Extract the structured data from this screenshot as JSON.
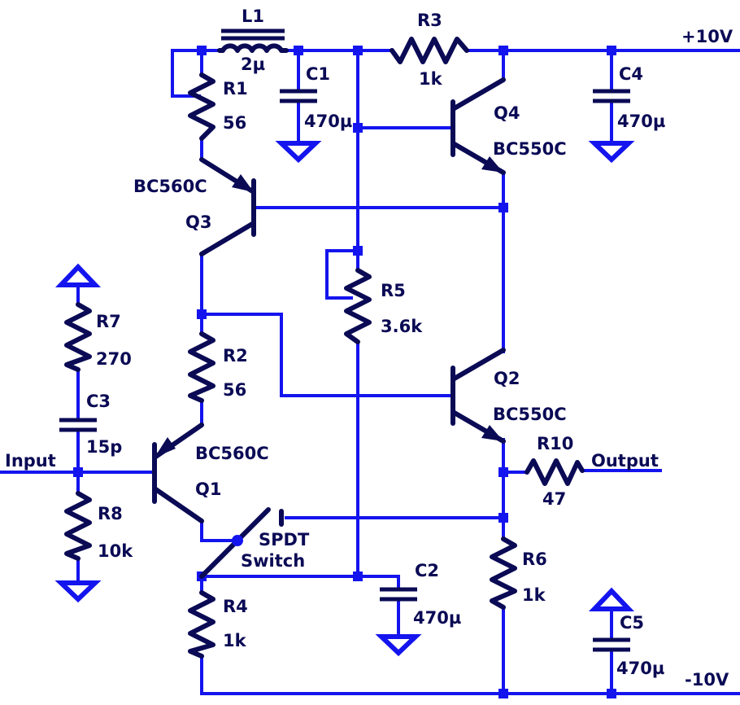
{
  "rails": {
    "positive": "+10V",
    "negative": "-10V"
  },
  "ports": {
    "input": "Input",
    "output": "Output"
  },
  "components": {
    "L1": {
      "ref": "L1",
      "value": "2µ"
    },
    "R1": {
      "ref": "R1",
      "value": "56"
    },
    "C1": {
      "ref": "C1",
      "value": "470µ"
    },
    "R3": {
      "ref": "R3",
      "value": "1k"
    },
    "C4": {
      "ref": "C4",
      "value": "470µ"
    },
    "Q4": {
      "ref": "Q4",
      "part": "BC550C"
    },
    "Q3": {
      "ref": "Q3",
      "part": "BC560C"
    },
    "R5": {
      "ref": "R5",
      "value": "3.6k"
    },
    "R7": {
      "ref": "R7",
      "value": "270"
    },
    "R2": {
      "ref": "R2",
      "value": "56"
    },
    "Q2": {
      "ref": "Q2",
      "part": "BC550C"
    },
    "C3": {
      "ref": "C3",
      "value": "15p"
    },
    "Q1": {
      "ref": "Q1",
      "part": "BC560C"
    },
    "R10": {
      "ref": "R10",
      "value": "47"
    },
    "R8": {
      "ref": "R8",
      "value": "10k"
    },
    "SW": {
      "line1": "SPDT",
      "line2": "Switch"
    },
    "R6": {
      "ref": "R6",
      "value": "1k"
    },
    "C2": {
      "ref": "C2",
      "value": "470µ"
    },
    "R4": {
      "ref": "R4",
      "value": "1k"
    },
    "C5": {
      "ref": "C5",
      "value": "470µ"
    }
  }
}
